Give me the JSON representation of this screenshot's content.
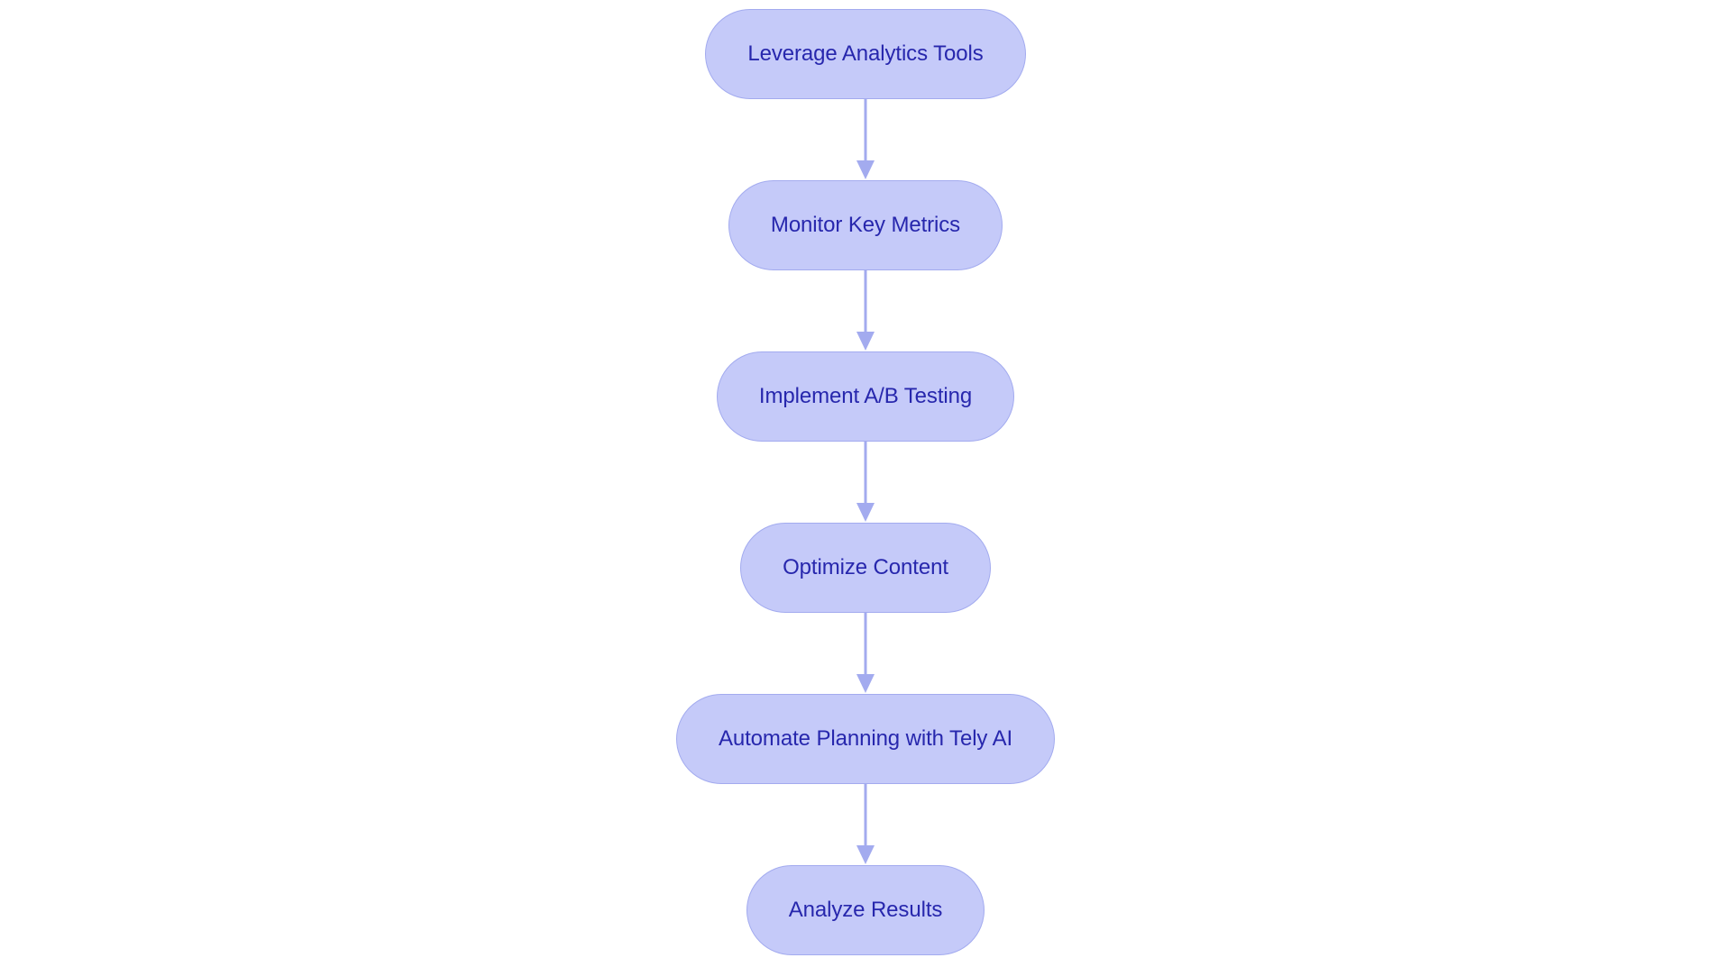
{
  "diagram": {
    "type": "flowchart",
    "orientation": "vertical-top-to-bottom",
    "title": "",
    "background_color": "#ffffff",
    "node_style": {
      "shape": "stadium",
      "fill_color": "#c5caf9",
      "border_color": "#a3abef",
      "text_color": "#2727ad"
    },
    "edge_style": {
      "line_color": "#a3abef",
      "arrowhead": "filled-triangle",
      "arrow_color": "#a3abef"
    },
    "nodes": [
      {
        "id": "n1",
        "label": "Leverage Analytics Tools"
      },
      {
        "id": "n2",
        "label": "Monitor Key Metrics"
      },
      {
        "id": "n3",
        "label": "Implement A/B Testing"
      },
      {
        "id": "n4",
        "label": "Optimize Content"
      },
      {
        "id": "n5",
        "label": "Automate Planning with Tely AI"
      },
      {
        "id": "n6",
        "label": "Analyze Results"
      }
    ],
    "edges": [
      {
        "from": "n1",
        "to": "n2",
        "label": ""
      },
      {
        "from": "n2",
        "to": "n3",
        "label": ""
      },
      {
        "from": "n3",
        "to": "n4",
        "label": ""
      },
      {
        "from": "n4",
        "to": "n5",
        "label": ""
      },
      {
        "from": "n5",
        "to": "n6",
        "label": ""
      }
    ]
  }
}
